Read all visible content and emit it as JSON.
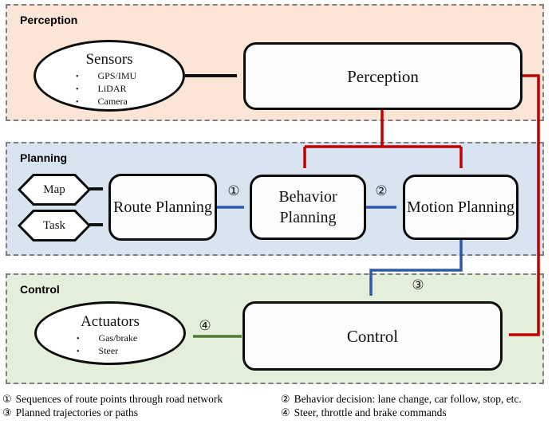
{
  "colors": {
    "perception_section_bg": "#fbe5d6",
    "planning_section_bg": "#d9e4f1",
    "control_section_bg": "#e3efda",
    "section_border": "#7f7f7f",
    "black_arrow": "#111111",
    "red_arrow": "#c00000",
    "blue_arrow": "#2e58a8",
    "green_arrow": "#4e7a35"
  },
  "sections": {
    "perception": {
      "label": "Perception"
    },
    "planning": {
      "label": "Planning"
    },
    "control": {
      "label": "Control"
    }
  },
  "nodes": {
    "sensors": {
      "title": "Sensors",
      "items": [
        "GPS/IMU",
        "LiDAR",
        "Camera"
      ]
    },
    "perception": {
      "label": "Perception"
    },
    "map": {
      "label": "Map"
    },
    "task": {
      "label": "Task"
    },
    "route_planning": {
      "label": "Route Planning"
    },
    "behavior_planning": {
      "label": "Behavior Planning"
    },
    "motion_planning": {
      "label": "Motion Planning"
    },
    "control": {
      "label": "Control"
    },
    "actuators": {
      "title": "Actuators",
      "items": [
        "Gas/brake",
        "Steer"
      ]
    }
  },
  "edge_labels": {
    "n1": "①",
    "n2": "②",
    "n3": "③",
    "n4": "④"
  },
  "legend": {
    "items": [
      {
        "marker": "①",
        "text": "Sequences of route points through road network"
      },
      {
        "marker": "②",
        "text": "Behavior decision: lane change, car follow, stop, etc."
      },
      {
        "marker": "③",
        "text": "Planned trajectories or paths"
      },
      {
        "marker": "④",
        "text": "Steer, throttle and brake commands"
      }
    ]
  }
}
